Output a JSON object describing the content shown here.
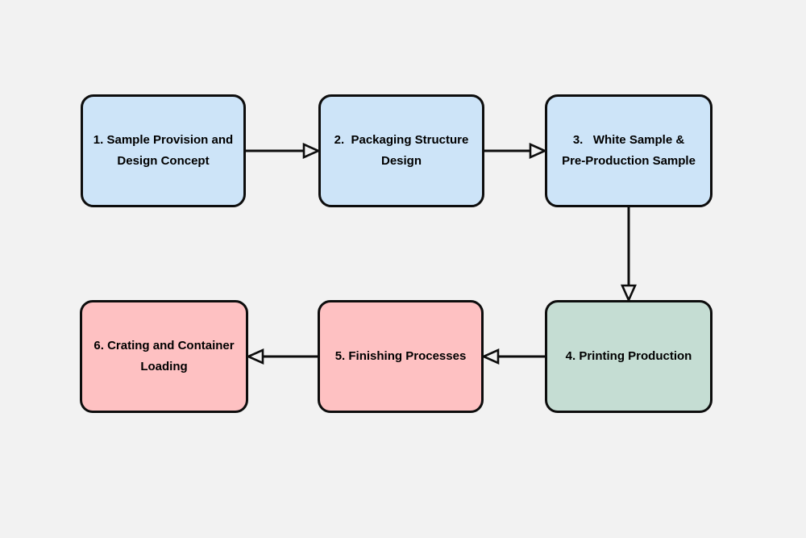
{
  "page": {
    "background_color": "#f2f2f2"
  },
  "diagram": {
    "type": "flowchart",
    "colors": {
      "node_border": "#0d0d0d",
      "arrow": "#0d0d0d",
      "blue_fill": "#cde4f8",
      "green_fill": "#c5ddd3",
      "pink_fill": "#fec1c2"
    },
    "nodes": [
      {
        "id": "1",
        "label": "1. Sample Provision and\nDesign Concept",
        "fill": "#cde4f8"
      },
      {
        "id": "2",
        "label": "2.  Packaging Structure\nDesign",
        "fill": "#cde4f8"
      },
      {
        "id": "3",
        "label": "3.   White Sample &\nPre-Production Sample",
        "fill": "#cde4f8"
      },
      {
        "id": "4",
        "label": "4. Printing Production",
        "fill": "#c5ddd3"
      },
      {
        "id": "5",
        "label": "5. Finishing Processes",
        "fill": "#fec1c2"
      },
      {
        "id": "6",
        "label": "6. Crating and Container\nLoading",
        "fill": "#fec1c2"
      }
    ],
    "edges": [
      {
        "from": "1",
        "to": "2",
        "direction": "right",
        "arrowhead": "hollow-triangle"
      },
      {
        "from": "2",
        "to": "3",
        "direction": "right",
        "arrowhead": "hollow-triangle"
      },
      {
        "from": "3",
        "to": "4",
        "direction": "down",
        "arrowhead": "hollow-triangle"
      },
      {
        "from": "4",
        "to": "5",
        "direction": "left",
        "arrowhead": "hollow-triangle"
      },
      {
        "from": "5",
        "to": "6",
        "direction": "left",
        "arrowhead": "hollow-triangle"
      }
    ]
  }
}
